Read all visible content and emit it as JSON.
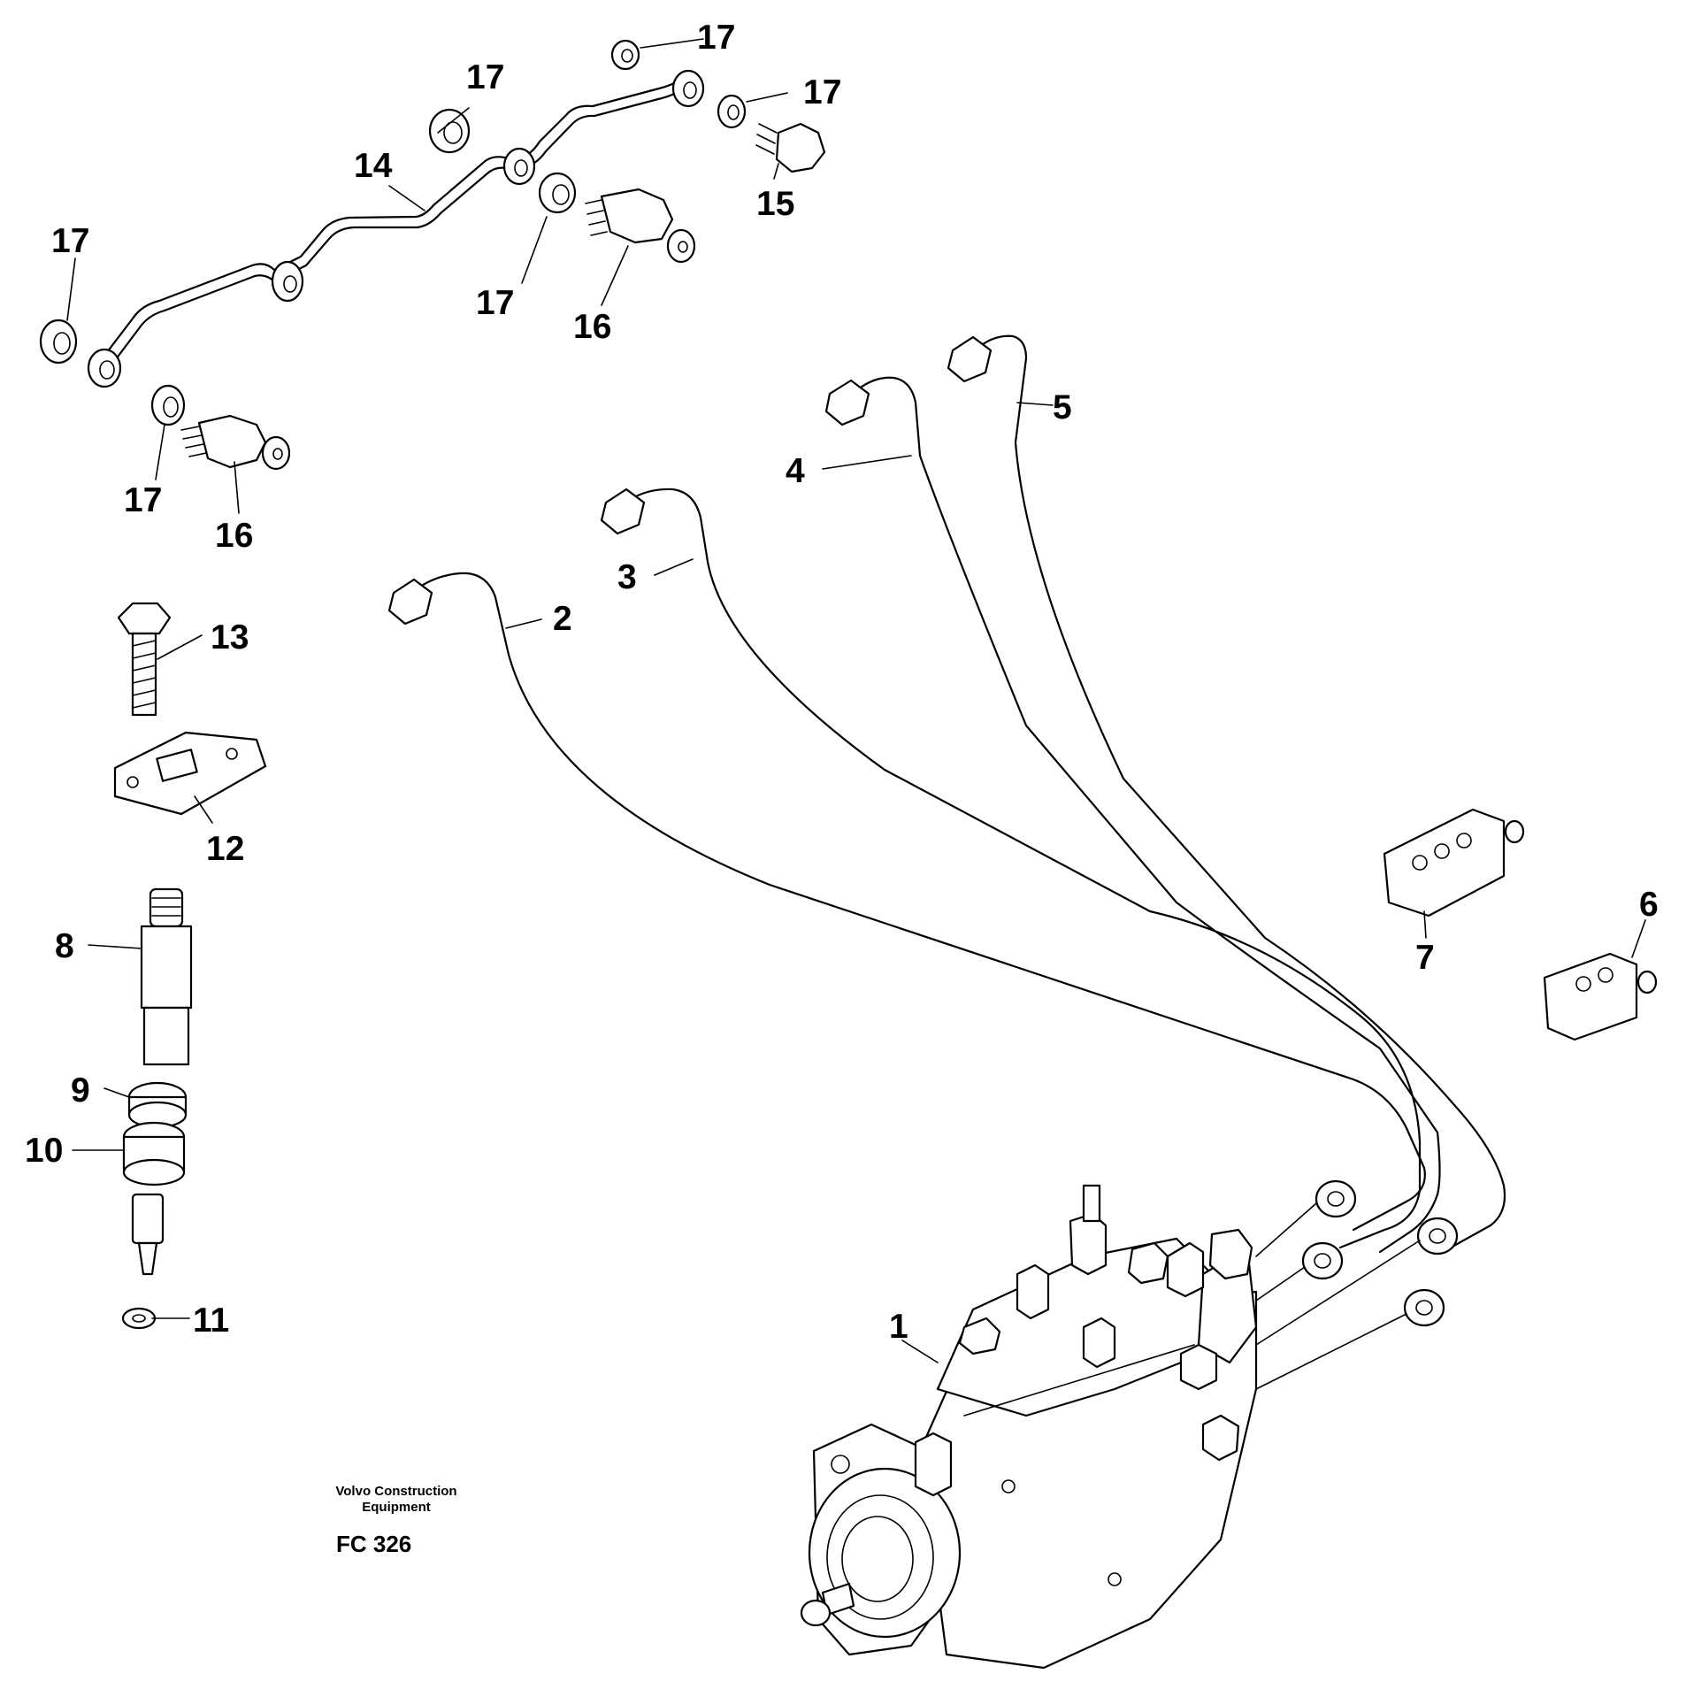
{
  "diagram": {
    "callouts": [
      {
        "id": "c1",
        "text": "1"
      },
      {
        "id": "c2",
        "text": "2"
      },
      {
        "id": "c3",
        "text": "3"
      },
      {
        "id": "c4",
        "text": "4"
      },
      {
        "id": "c5",
        "text": "5"
      },
      {
        "id": "c6",
        "text": "6"
      },
      {
        "id": "c7",
        "text": "7"
      },
      {
        "id": "c8",
        "text": "8"
      },
      {
        "id": "c9",
        "text": "9"
      },
      {
        "id": "c10",
        "text": "10"
      },
      {
        "id": "c11",
        "text": "11"
      },
      {
        "id": "c12",
        "text": "12"
      },
      {
        "id": "c13",
        "text": "13"
      },
      {
        "id": "c14",
        "text": "14"
      },
      {
        "id": "c15",
        "text": "15"
      },
      {
        "id": "c16a",
        "text": "16"
      },
      {
        "id": "c16b",
        "text": "16"
      },
      {
        "id": "c17a",
        "text": "17"
      },
      {
        "id": "c17b",
        "text": "17"
      },
      {
        "id": "c17c",
        "text": "17"
      },
      {
        "id": "c17d",
        "text": "17"
      },
      {
        "id": "c17e",
        "text": "17"
      },
      {
        "id": "c17f",
        "text": "17"
      }
    ],
    "footer": {
      "line1": "Volvo Construction",
      "line2": "Equipment",
      "code": "FC 326"
    }
  }
}
